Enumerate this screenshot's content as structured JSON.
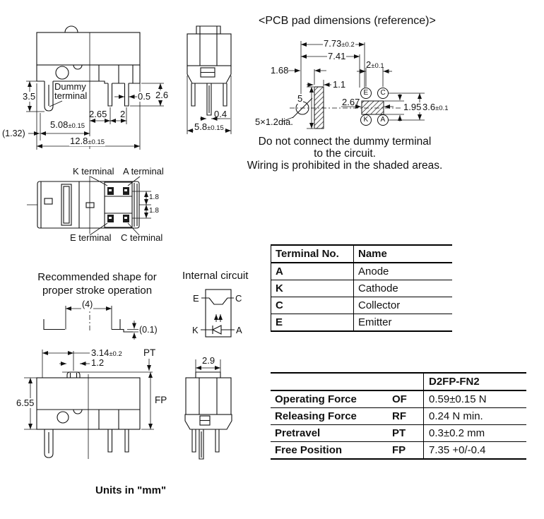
{
  "side_view": {
    "d35": "3.5",
    "dummy1": "Dummy",
    "dummy2": "terminal",
    "d05": "0.5",
    "d26": "2.6",
    "d265": "2.65",
    "d2": "2",
    "d508": "5.08",
    "d508t": "±0.15",
    "d128": "12.8",
    "d128t": "±0.15",
    "d132": "(1.32)"
  },
  "front_view": {
    "d04": "0.4",
    "d58": "5.8",
    "d58t": "±0.15"
  },
  "pcb": {
    "title": "<PCB pad dimensions (reference)>",
    "dims": {
      "d773": "7.73",
      "d773t": "±0.2",
      "d741": "7.41",
      "d168": "1.68",
      "d2": "2",
      "d2t": "±0.1",
      "d11": "1.1",
      "d5": "5",
      "d267": "2.67",
      "d195": "1.95",
      "d36": "3.6",
      "d36t": "±0.1",
      "pad_note": "5×1.2dia."
    },
    "pads": {
      "e": "E",
      "c": "C",
      "k": "K",
      "a": "A"
    },
    "warning": [
      "Do not connect the dummy terminal",
      "to the circuit.",
      "Wiring is prohibited in the shaded areas."
    ]
  },
  "bottom_view": {
    "k": "K terminal",
    "a": "A terminal",
    "e": "E terminal",
    "c": "C terminal",
    "d18a": "1.8",
    "d18b": "1.8"
  },
  "stroke": {
    "title1": "Recommended shape for",
    "title2": "proper stroke operation",
    "d4": "(4)",
    "d01": "(0.1)"
  },
  "circuit": {
    "title": "Internal circuit",
    "e": "E",
    "c": "C",
    "k": "K",
    "a": "A"
  },
  "terminal_table": {
    "h1": "Terminal No.",
    "h2": "Name",
    "rows": [
      [
        "A",
        "Anode"
      ],
      [
        "K",
        "Cathode"
      ],
      [
        "C",
        "Collector"
      ],
      [
        "E",
        "Emitter"
      ]
    ]
  },
  "lower_side_view": {
    "d314": "3.14",
    "d314t": "±0.2",
    "d12": "1.2",
    "pt": "PT",
    "fp": "FP",
    "d655": "6.55"
  },
  "lower_front_view": {
    "d29": "2.9"
  },
  "spec_table": {
    "model": "D2FP-FN2",
    "rows": [
      {
        "label": "Operating Force",
        "abbr": "OF",
        "value": "0.59±0.15 N"
      },
      {
        "label": "Releasing Force",
        "abbr": "RF",
        "value": "0.24 N min."
      },
      {
        "label": "Pretravel",
        "abbr": "PT",
        "value": "0.3±0.2 mm"
      },
      {
        "label": "Free Position",
        "abbr": "FP",
        "value": "7.35 +0/-0.4"
      }
    ]
  },
  "footer": {
    "units": "Units in \"mm\""
  }
}
